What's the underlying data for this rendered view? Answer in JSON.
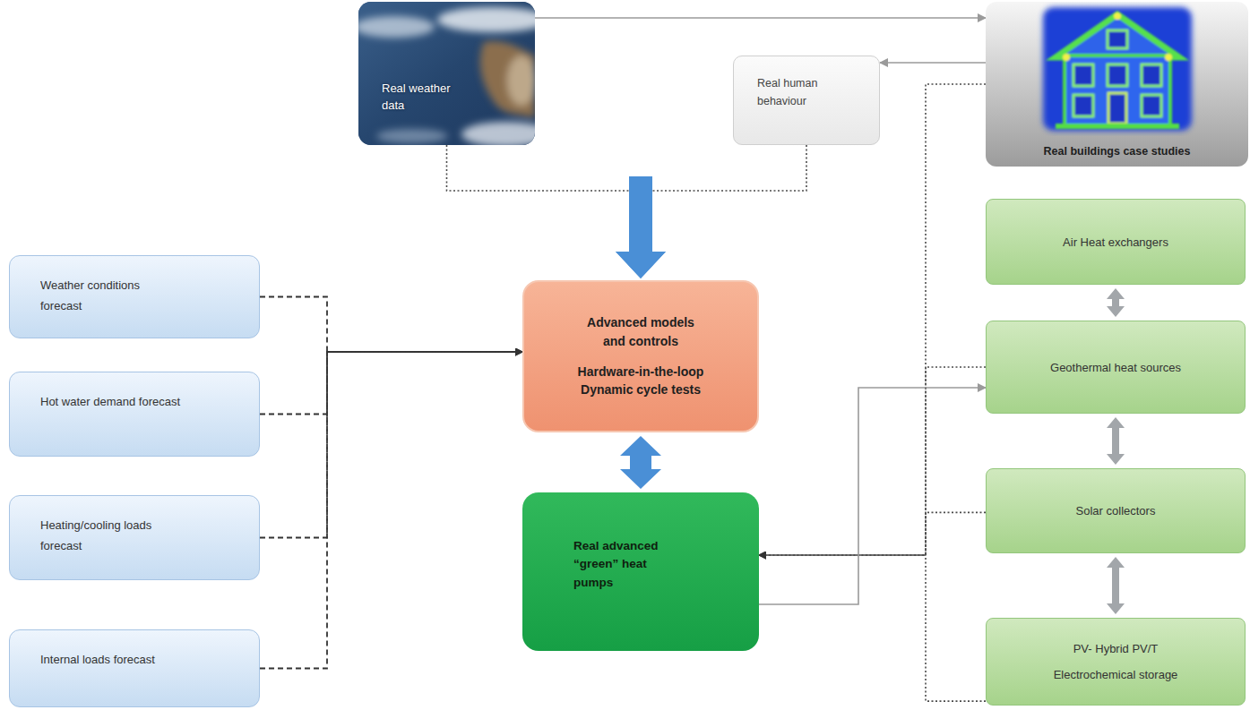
{
  "diagram": {
    "nodes": [
      {
        "text": [
          "Real weather data"
        ]
      },
      {
        "text": [
          "Real human behaviour"
        ]
      },
      {
        "text": [
          "Real buildings case studies"
        ]
      },
      {
        "text": [
          "Weather conditions forecast"
        ]
      },
      {
        "text": [
          "Hot water demand forecast"
        ]
      },
      {
        "text": [
          "Heating/cooling loads forecast"
        ]
      },
      {
        "text": [
          "Internal loads forecast"
        ]
      },
      {
        "text": [
          "Advanced models and controls",
          "Hardware-in-the-loop Dynamic cycle tests"
        ]
      },
      {
        "text": [
          "Real advanced “green” heat pumps"
        ]
      },
      {
        "text": [
          "Air Heat exchangers"
        ]
      },
      {
        "text": [
          "Geothermal heat sources"
        ]
      },
      {
        "text": [
          "Solar collectors"
        ]
      },
      {
        "text": [
          "PV- Hybrid PV/T",
          "Electrochemical storage"
        ]
      }
    ],
    "edges": [
      {
        "from": 0,
        "to": 2,
        "arrow": "to"
      },
      {
        "from": 2,
        "to": 1,
        "arrow": "to"
      },
      {
        "from": 0,
        "to": 7,
        "arrow": "to"
      },
      {
        "from": 1,
        "to": 7,
        "arrow": "to"
      },
      {
        "from": 3,
        "to": 7,
        "arrow": "to"
      },
      {
        "from": 4,
        "to": 7,
        "arrow": "to"
      },
      {
        "from": 5,
        "to": 7,
        "arrow": "to"
      },
      {
        "from": 6,
        "to": 7,
        "arrow": "to"
      },
      {
        "from": 7,
        "to": 8,
        "arrow": "both"
      },
      {
        "from": 9,
        "to": 10,
        "arrow": "both"
      },
      {
        "from": 10,
        "to": 11,
        "arrow": "both"
      },
      {
        "from": 11,
        "to": 12,
        "arrow": "both"
      },
      {
        "from": 2,
        "to": 8,
        "arrow": "to"
      },
      {
        "from": 10,
        "to": 8,
        "arrow": "to"
      },
      {
        "from": 11,
        "to": 8,
        "arrow": "to"
      },
      {
        "from": 12,
        "to": 8,
        "arrow": "to"
      },
      {
        "from": 8,
        "to": 10,
        "arrow": "to"
      }
    ]
  }
}
